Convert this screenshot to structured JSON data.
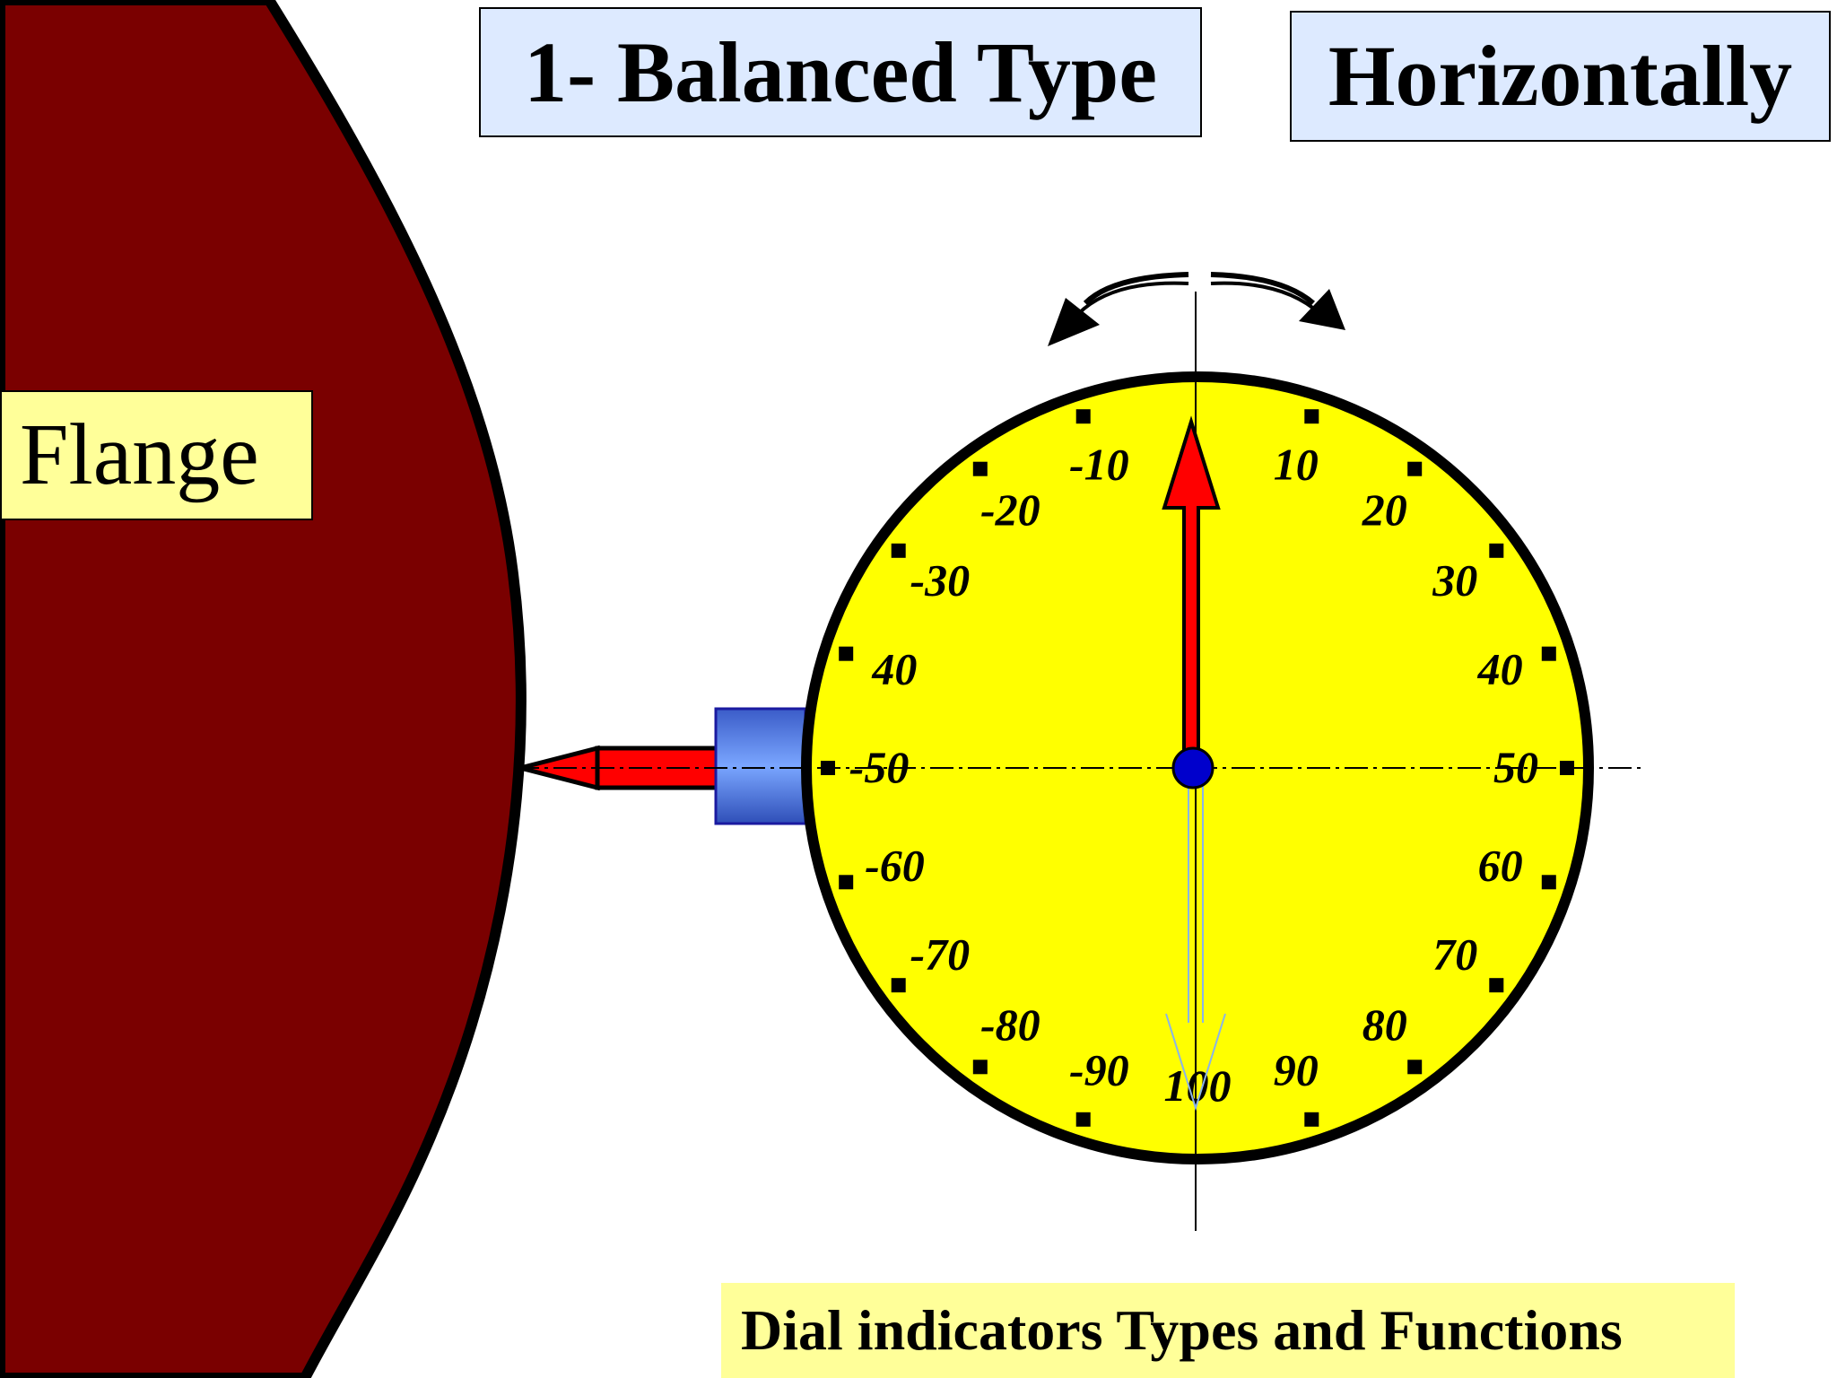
{
  "title": "1- Balanced Type",
  "orientation": "Horizontally",
  "flange_label": "Flange",
  "caption": "Dial indicators Types and Functions",
  "dial": {
    "labels_right": [
      "10",
      "20",
      "30",
      "40",
      "50",
      "60",
      "70",
      "80",
      "90"
    ],
    "labels_left": [
      "-10",
      "-20",
      "-30",
      "40",
      "-50",
      "-60",
      "-70",
      "-80",
      "-90"
    ],
    "label_bottom": "100",
    "pointer_reading": 0
  },
  "colors": {
    "flange": "#7a0000",
    "dial_face": "#ffff00",
    "pointer": "#ff0000",
    "hub": "#0000cc",
    "plunger_body": "#4a78d8",
    "title_bg": "#ddeaff",
    "label_bg": "#ffff99"
  }
}
